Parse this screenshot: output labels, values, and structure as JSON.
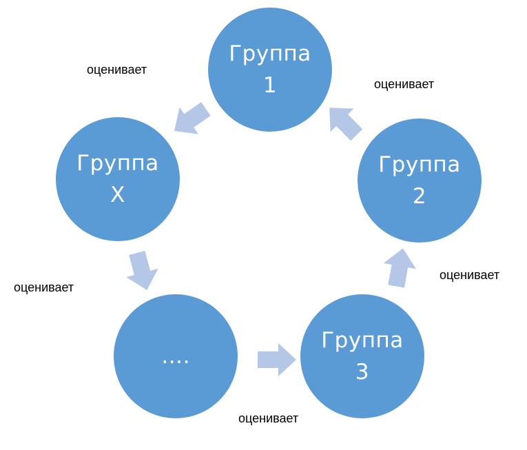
{
  "colors": {
    "node_fill": "#5b9bd5",
    "arrow_fill": "#b4c7e7",
    "node_text": "#ffffff",
    "label_text": "#000000"
  },
  "nodes": [
    {
      "id": "group-1",
      "line1": "Группа",
      "line2": "1"
    },
    {
      "id": "group-2",
      "line1": "Группа",
      "line2": "2"
    },
    {
      "id": "group-3",
      "line1": "Группа",
      "line2": "3"
    },
    {
      "id": "ellipsis",
      "line1": "….",
      "line2": ""
    },
    {
      "id": "group-x",
      "line1": "Группа",
      "line2": "X"
    }
  ],
  "edges": [
    {
      "from": "group-1",
      "to": "group-x",
      "label": "оценивает"
    },
    {
      "from": "group-2",
      "to": "group-1",
      "label": "оценивает"
    },
    {
      "from": "group-3",
      "to": "group-2",
      "label": "оценивает"
    },
    {
      "from": "ellipsis",
      "to": "group-3",
      "label": "оценивает"
    },
    {
      "from": "group-x",
      "to": "ellipsis",
      "label": "оценивает"
    }
  ]
}
